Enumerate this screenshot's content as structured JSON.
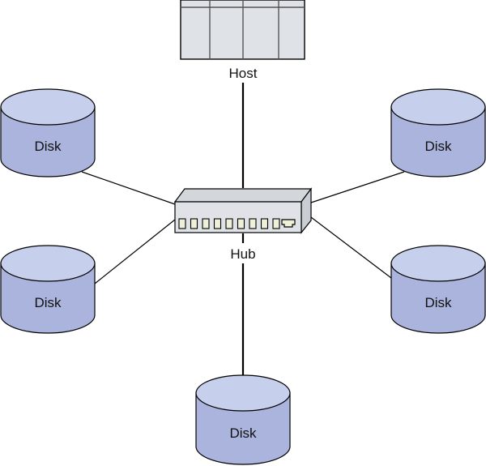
{
  "diagram": {
    "title": "",
    "host": {
      "label": "Host",
      "columns": 4
    },
    "hub": {
      "label": "Hub",
      "ports": 9,
      "uplink_ports": 1
    },
    "disks": [
      {
        "id": "disk-top-left",
        "label": "Disk"
      },
      {
        "id": "disk-top-right",
        "label": "Disk"
      },
      {
        "id": "disk-mid-left",
        "label": "Disk"
      },
      {
        "id": "disk-mid-right",
        "label": "Disk"
      },
      {
        "id": "disk-bottom",
        "label": "Disk"
      }
    ],
    "connections": [
      {
        "from": "host",
        "to": "hub"
      },
      {
        "from": "disk-top-left",
        "to": "hub"
      },
      {
        "from": "disk-top-right",
        "to": "hub"
      },
      {
        "from": "disk-mid-left",
        "to": "hub"
      },
      {
        "from": "disk-mid-right",
        "to": "hub"
      },
      {
        "from": "disk-bottom",
        "to": "hub"
      }
    ],
    "colors": {
      "disk_side": "#aab4dc",
      "disk_top": "#c6cfec",
      "host_fill": "#dfe2e6",
      "hub_front": "#dfe2e6",
      "hub_top": "#d3d7dc",
      "hub_side": "#c9ced4",
      "port_fill": "#eef0d8"
    }
  }
}
